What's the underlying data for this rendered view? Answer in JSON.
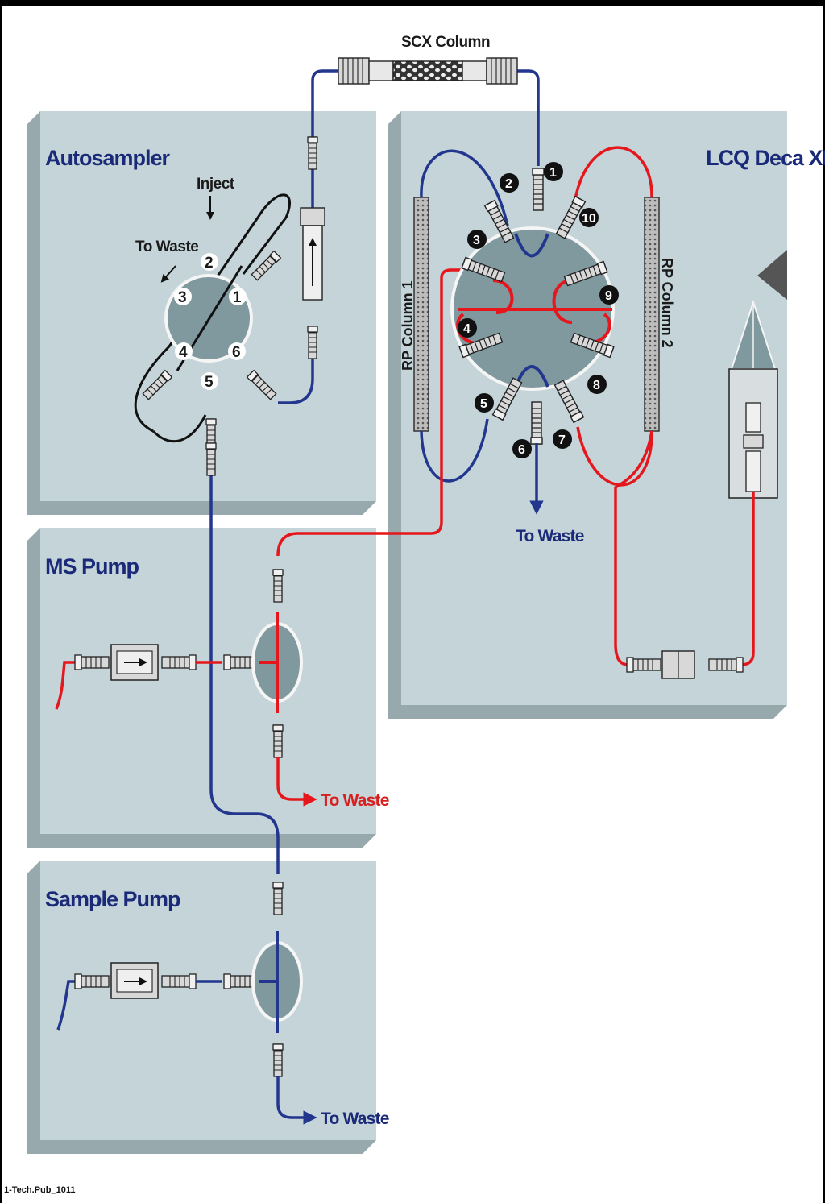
{
  "colors": {
    "panel": "#c4d4d8",
    "panel_shadow": "#97a9ad",
    "blue_line": "#22368e",
    "red_line": "#e5161c",
    "valve_fill": "#7f999f",
    "title_blue": "#1a2a78"
  },
  "panels": {
    "autosampler": "Autosampler",
    "lcq": "LCQ Deca XP",
    "ms_pump": "MS Pump",
    "sample_pump": "Sample Pump"
  },
  "labels": {
    "scx_column": "SCX Column",
    "inject": "Inject",
    "to_waste_autosampler": "To Waste",
    "to_waste_lcq": "To Waste",
    "to_waste_ms": "To Waste",
    "to_waste_sample": "To Waste",
    "rp_column_1": "RP Column 1",
    "rp_column_2": "RP Column 2",
    "footer": "1-Tech.Pub_1011"
  },
  "autosampler_valve_ports": [
    "1",
    "2",
    "3",
    "4",
    "5",
    "6"
  ],
  "lcq_valve_ports": [
    "1",
    "2",
    "3",
    "4",
    "5",
    "6",
    "7",
    "8",
    "9",
    "10"
  ]
}
